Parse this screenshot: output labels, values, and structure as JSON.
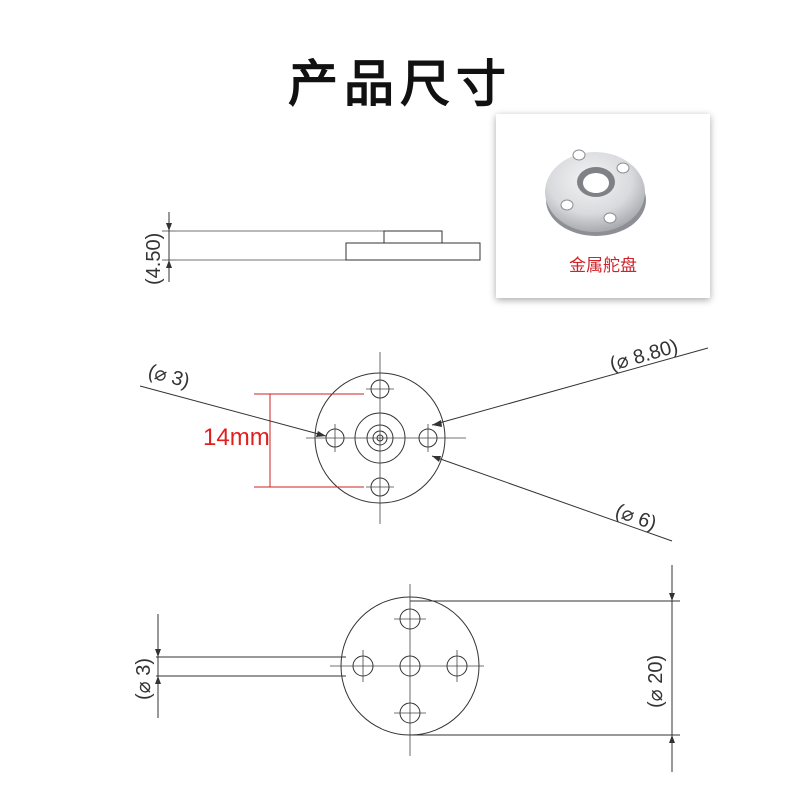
{
  "title": "产品尺寸",
  "photo": {
    "caption": "金属舵盘",
    "part_color": "#d9dadd"
  },
  "annotation": {
    "hole_spacing": "14mm",
    "accent_color": "#e0201f"
  },
  "dimensions": {
    "thickness": "(4.50)",
    "small_hole": "(⌀ 3)",
    "bolt_circle": "(⌀ 8.80)",
    "center_hole": "(⌀ 6)",
    "shaft_dia": "(⌀ 3)",
    "outer_dia": "(⌀ 20)"
  }
}
